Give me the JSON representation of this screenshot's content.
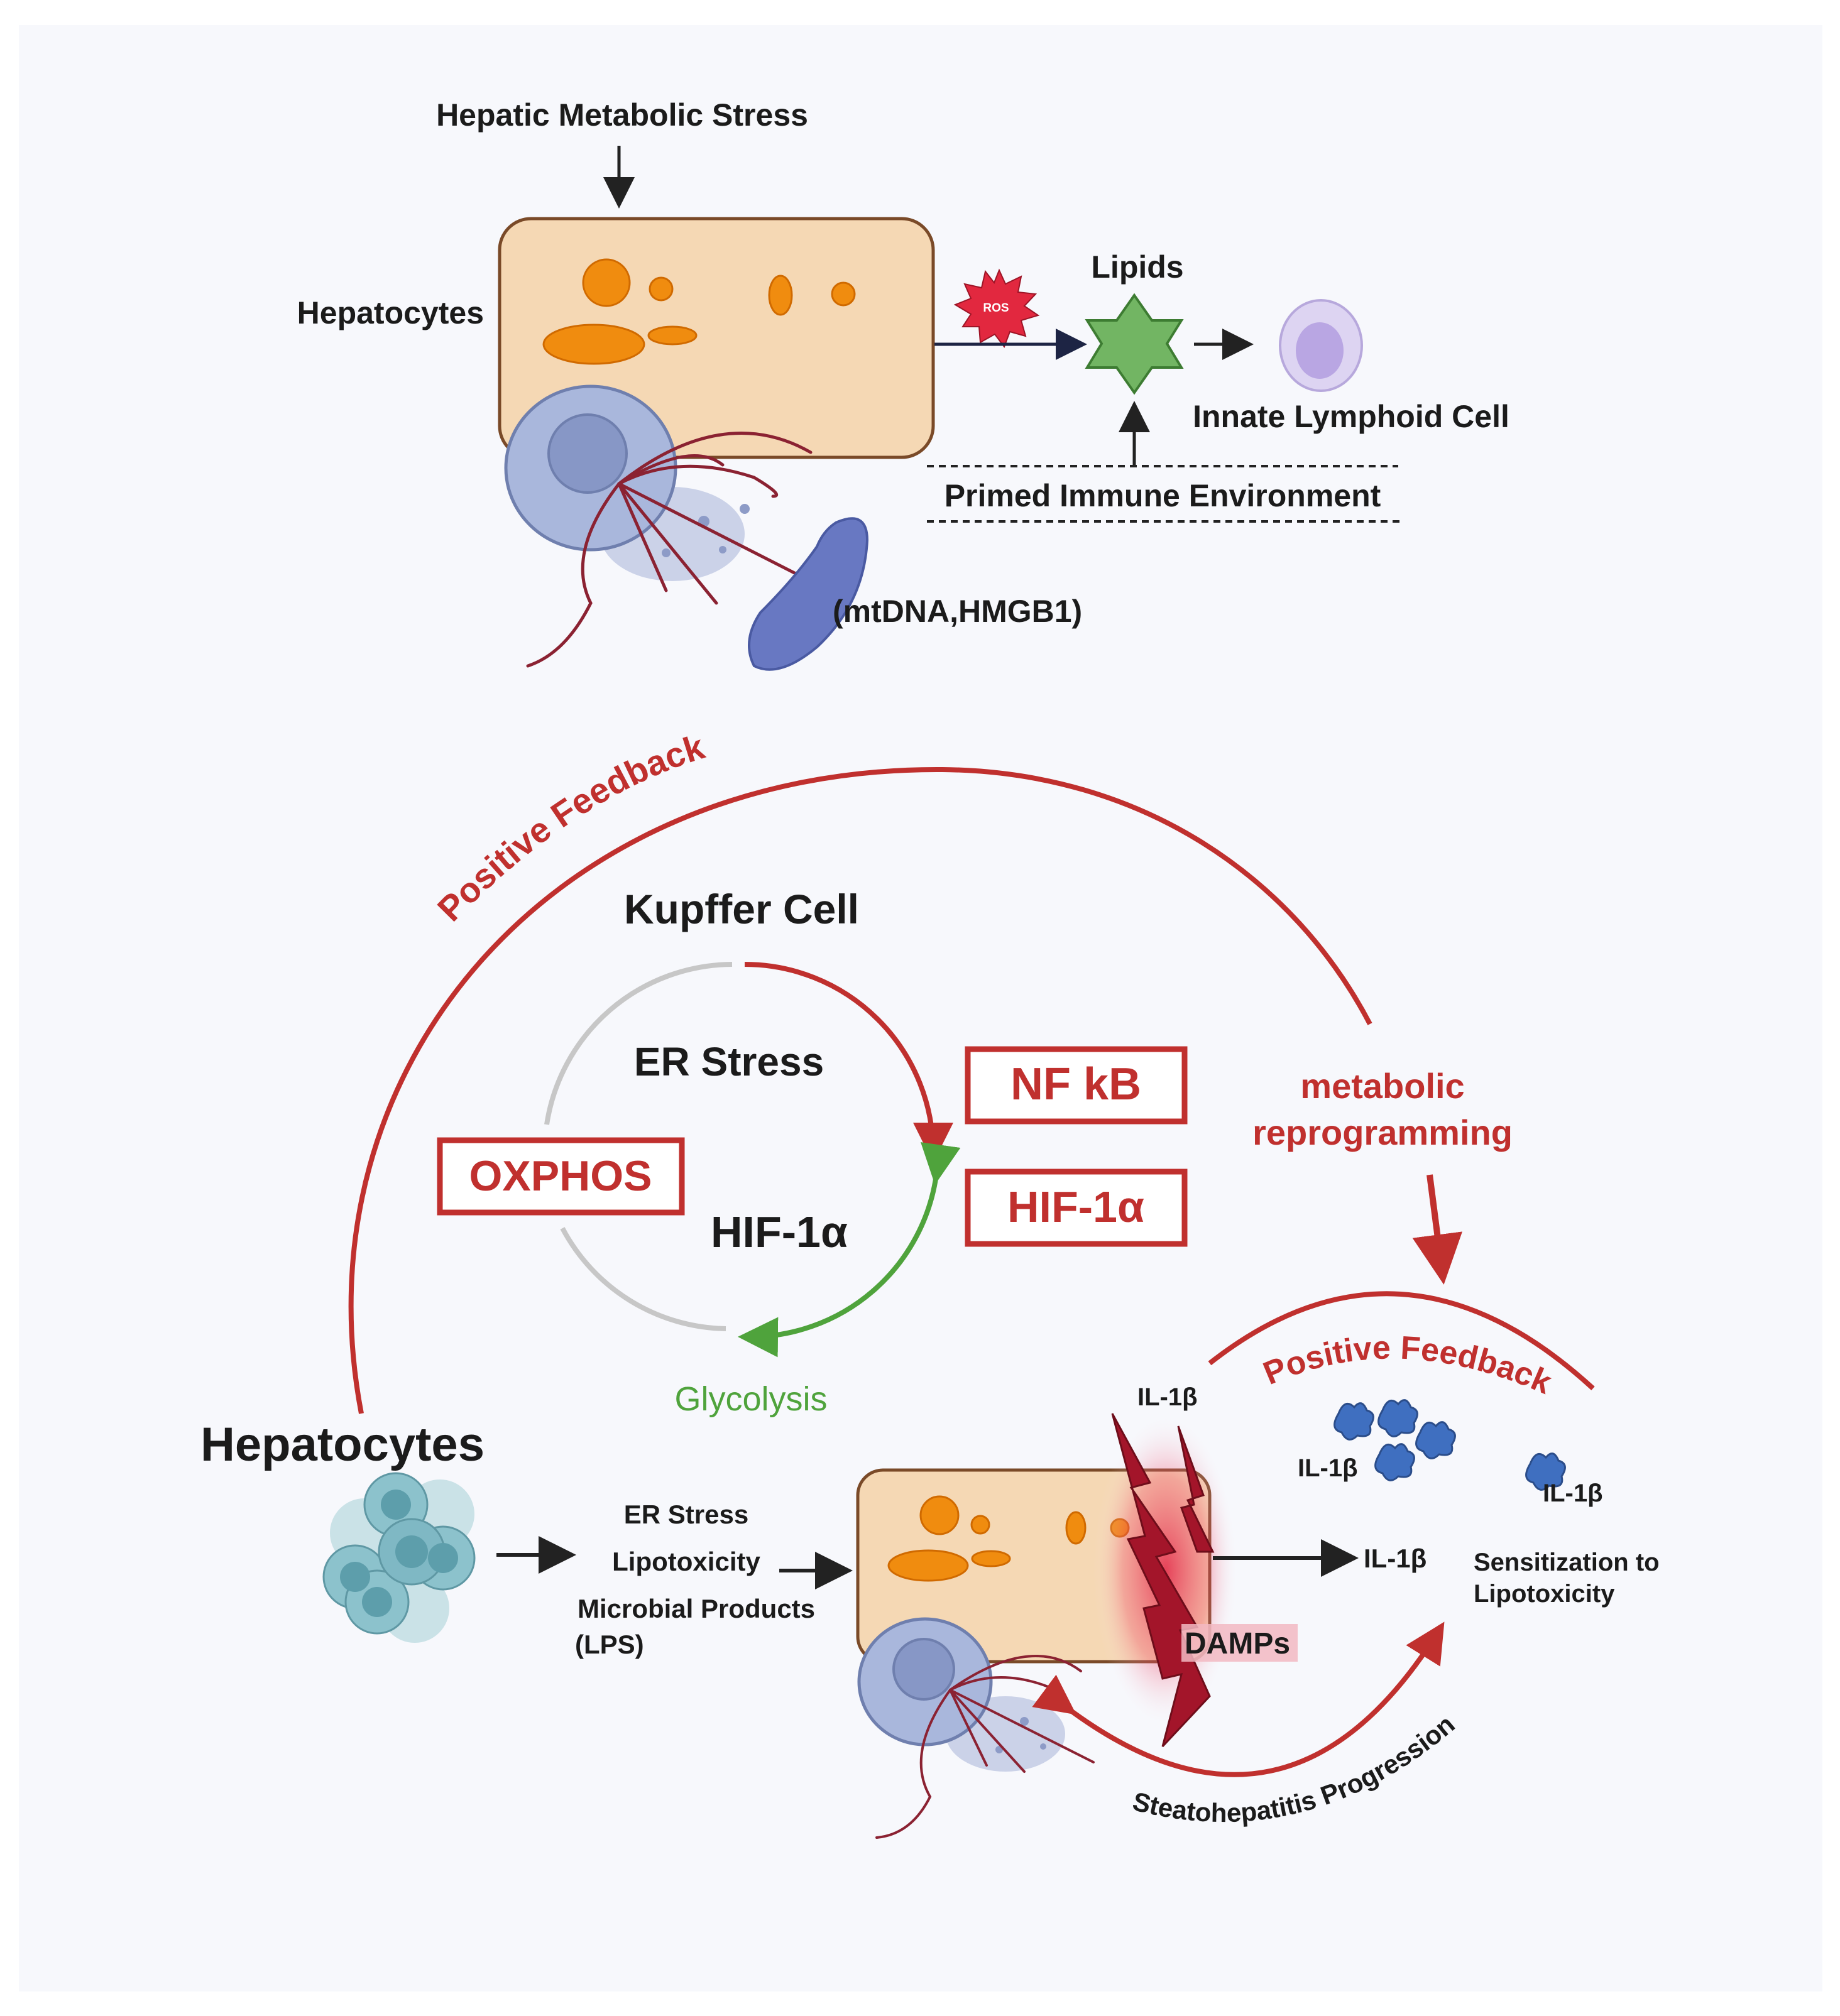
{
  "top_panel": {
    "stress_label": "Hepatic Metabolic Stress",
    "hepatocytes_label": "Hepatocytes",
    "ros_label": "ROS",
    "lipids_label": "Lipids",
    "ilc_label": "Innate Lymphoid Cell",
    "primed_label": "Primed Immune Environment",
    "damps_label": "(mtDNA,HMGB1)"
  },
  "cycle": {
    "positive_feedback_label": "Positive Feedback",
    "kupffer_label": "Kupffer Cell",
    "er_stress_label": "ER Stress",
    "oxphos_label": "OXPHOS",
    "hif_center_label": "HIF-1α",
    "nfkb_label": "NF kB",
    "hif_box_label": "HIF-1α",
    "glycolysis_label": "Glycolysis",
    "metabolic_label_1": "metabolic",
    "metabolic_label_2": "reprogramming"
  },
  "bottom_panel": {
    "hepatocytes_label": "Hepatocytes",
    "triggers": [
      "ER Stress",
      "Lipotoxicity",
      "Microbial Products",
      "(LPS)"
    ],
    "il1b_label": "IL-1β",
    "damps_label": "DAMPs",
    "positive_feedback_label": "Positive Feedback",
    "sensitization_1": "Sensitization to",
    "sensitization_2": "Lipotoxicity",
    "progression_label": "Steatohepatitis Progression"
  },
  "colors": {
    "accent_red": "#c0302e",
    "green": "#4fa33c",
    "cell_tan": "#f5d8b4",
    "lipid_orange": "#f08c0f",
    "macrophage": "#a9b7dc",
    "background": "#f7f8fc"
  }
}
